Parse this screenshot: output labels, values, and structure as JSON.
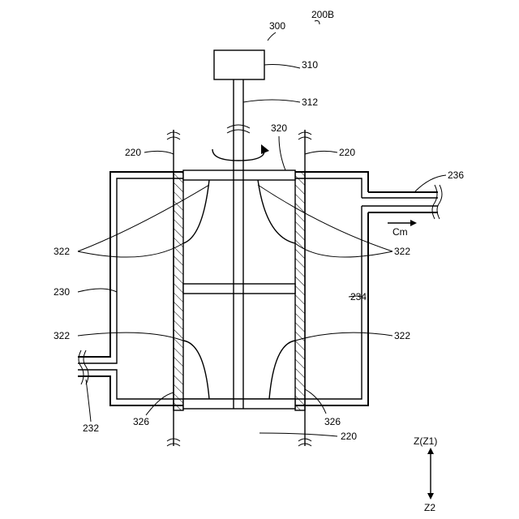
{
  "labels": {
    "assembly": "200B",
    "device": "300",
    "motor": "310",
    "shaft": "312",
    "rotor": "320",
    "walls_upper_left": "220",
    "walls_upper_right": "220",
    "walls_lower": "220",
    "outlet_pipe": "236",
    "flow_label": "Cm",
    "blade_upper_left": "322",
    "blade_upper_right": "322",
    "blade_lower_left": "322",
    "blade_lower_right": "322",
    "chamber_wall": "230",
    "chamber_space": "234",
    "inlet_pipe": "232",
    "seal_left": "326",
    "seal_right": "326",
    "axis_top": "Z(Z1)",
    "axis_bottom": "Z2"
  }
}
